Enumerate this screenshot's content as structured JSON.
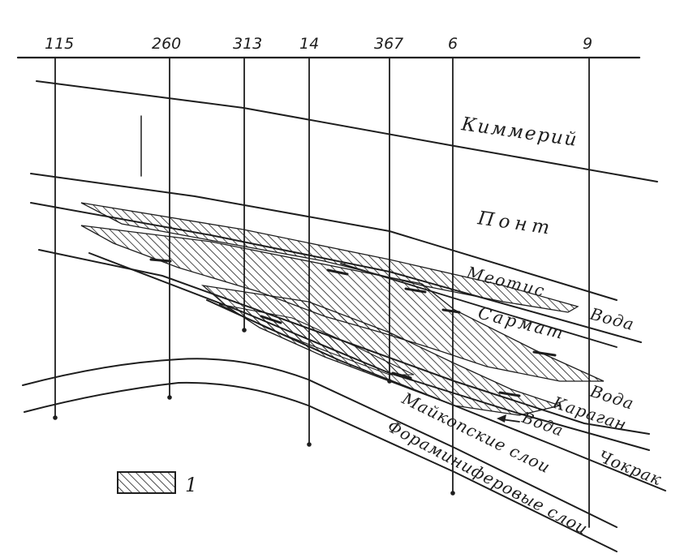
{
  "diagram": {
    "wells": [
      "115",
      "260",
      "313",
      "14",
      "367",
      "6",
      "9"
    ],
    "formations": {
      "kimmeriy": "Киммерий",
      "pont": "Понт",
      "meotis": "Меотис",
      "sarmat": "Сармат",
      "karagan": "Караган",
      "chokrak": "Чокрак",
      "maykop": "Майкопские слои",
      "foraminifer": "Фораминиферовые слои"
    },
    "water_labels": [
      "Вода",
      "Вода",
      "Вода"
    ],
    "legend": {
      "label": "1"
    },
    "colors": {
      "ink": "#1e1e1e",
      "background": "#ffffff"
    }
  }
}
